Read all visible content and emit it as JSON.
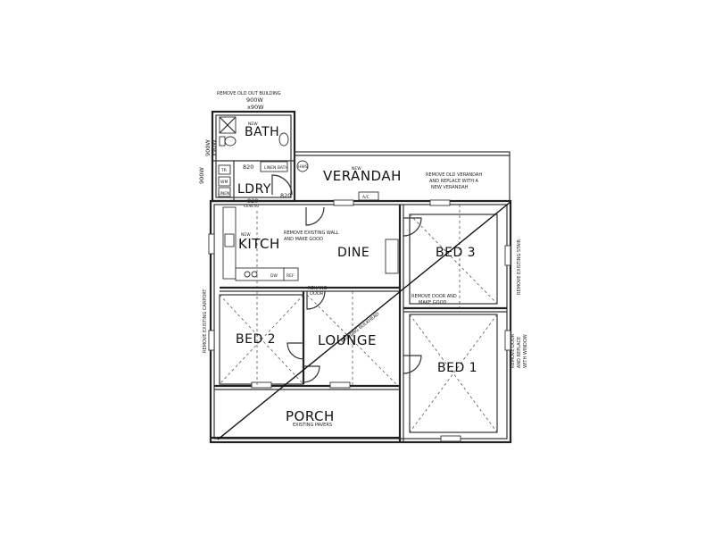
{
  "rooms": {
    "bath": "BATH",
    "bath_new": "NEW",
    "ldry": "LDRY",
    "verandah": "VERANDAH",
    "verandah_new": "NEW",
    "kitch": "KITCH",
    "kitch_new": "NEW",
    "dine": "DINE",
    "bed3": "BED 3",
    "bed2": "BED 2",
    "lounge": "LOUNGE",
    "bed1": "BED 1",
    "porch": "PORCH"
  },
  "notes": {
    "remove_old_out_building": "REMOVE OLD OUT BUILDING",
    "remove_old_verandah_1": "REMOVE OLD VERANDAH",
    "remove_old_verandah_2": "AND REPLACE WITH A",
    "remove_old_verandah_3": "NEW VERANDAH",
    "remove_wall_1": "REMOVE EXISTING WALL",
    "remove_wall_2": "AND MAKE GOOD",
    "remove_door_1": "REMOVE DOOR AND",
    "remove_door_2": "MAKE GOOD",
    "remove_carport": "REMOVE EXISTING CARPORT",
    "remove_stair": "REMOVE EXISTING STAIR",
    "remove_door_window_1": "REMOVE DOOR",
    "remove_door_window_2": "AND REPLACE",
    "remove_door_window_3": "WITH WINDOW",
    "existing_bulkhead": "EXISTING BULKHEAD",
    "existing_pavers": "EXISTING PAVERS",
    "rehang_door_1": "REHANG",
    "rehang_door_2": "DOOR",
    "linen_bath": "LINEN BATH",
    "linen_left": "LINEN",
    "hws": "HWS",
    "ac": "A/C",
    "wm": "WM",
    "tr": "TR",
    "cew": "CEW.50",
    "ref": "REF",
    "dw": "DW"
  },
  "dims": {
    "d900_top": "900W",
    "d900_top2": "x90W",
    "d900_left1": "900W",
    "d900_left2": "900W",
    "d900_left3": "x90W",
    "d820_a": "820",
    "d820_b": "820",
    "d820_c": "820"
  }
}
